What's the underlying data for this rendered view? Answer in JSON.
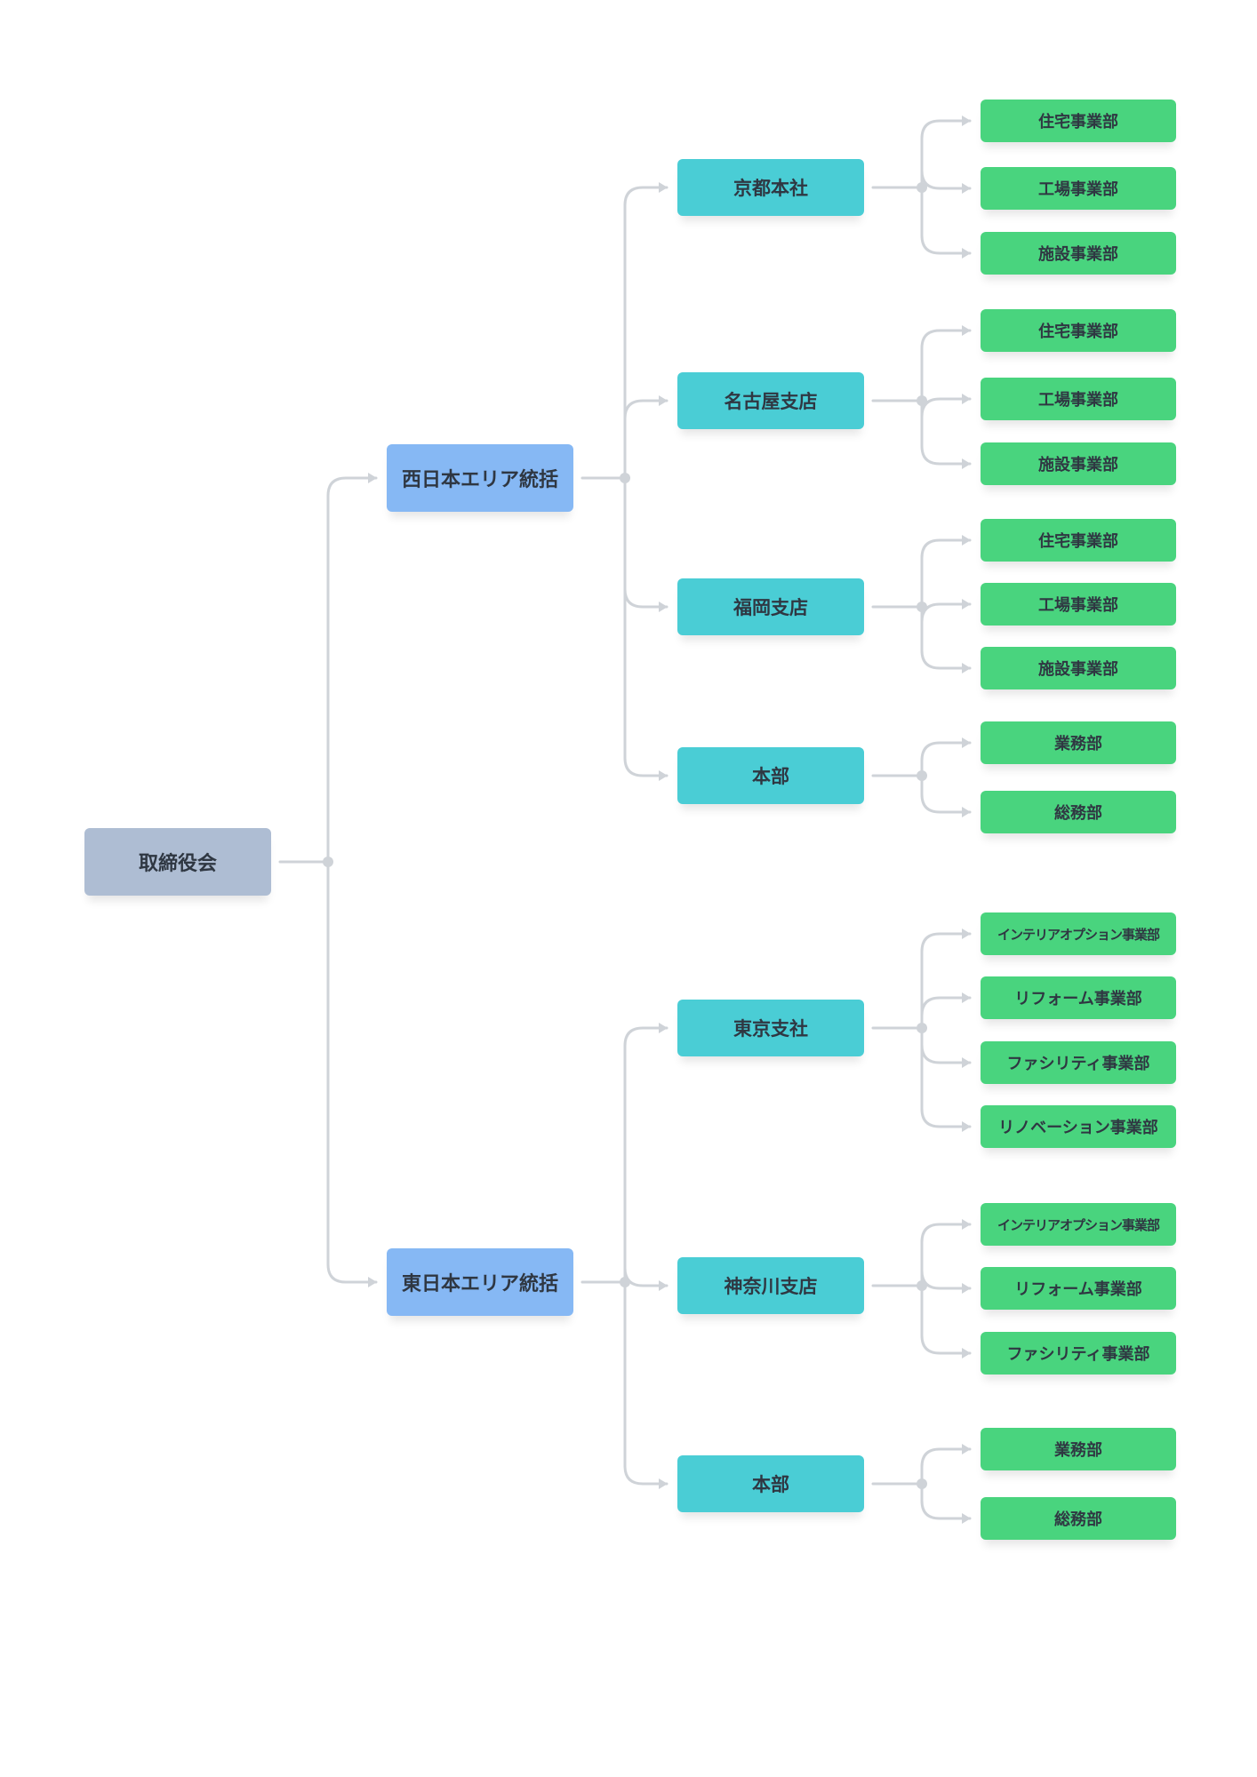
{
  "org": {
    "label": "取締役会",
    "children": [
      {
        "label": "西日本エリア統括",
        "children": [
          {
            "label": "京都本社",
            "children": [
              {
                "label": "住宅事業部"
              },
              {
                "label": "工場事業部"
              },
              {
                "label": "施設事業部"
              }
            ]
          },
          {
            "label": "名古屋支店",
            "children": [
              {
                "label": "住宅事業部"
              },
              {
                "label": "工場事業部"
              },
              {
                "label": "施設事業部"
              }
            ]
          },
          {
            "label": "福岡支店",
            "children": [
              {
                "label": "住宅事業部"
              },
              {
                "label": "工場事業部"
              },
              {
                "label": "施設事業部"
              }
            ]
          },
          {
            "label": "本部",
            "children": [
              {
                "label": "業務部"
              },
              {
                "label": "総務部"
              }
            ]
          }
        ]
      },
      {
        "label": "東日本エリア統括",
        "children": [
          {
            "label": "東京支社",
            "children": [
              {
                "label": "インテリアオプション事業部"
              },
              {
                "label": "リフォーム事業部"
              },
              {
                "label": "ファシリティ事業部"
              },
              {
                "label": "リノベーション事業部"
              }
            ]
          },
          {
            "label": "神奈川支店",
            "children": [
              {
                "label": "インテリアオプション事業部"
              },
              {
                "label": "リフォーム事業部"
              },
              {
                "label": "ファシリティ事業部"
              }
            ]
          },
          {
            "label": "本部",
            "children": [
              {
                "label": "業務部"
              },
              {
                "label": "総務部"
              }
            ]
          }
        ]
      }
    ]
  },
  "colors": {
    "board": "#aebdd3",
    "area": "#86b8f4",
    "branch": "#4acdd5",
    "division": "#49d47e",
    "connector": "#cfd3d8"
  }
}
